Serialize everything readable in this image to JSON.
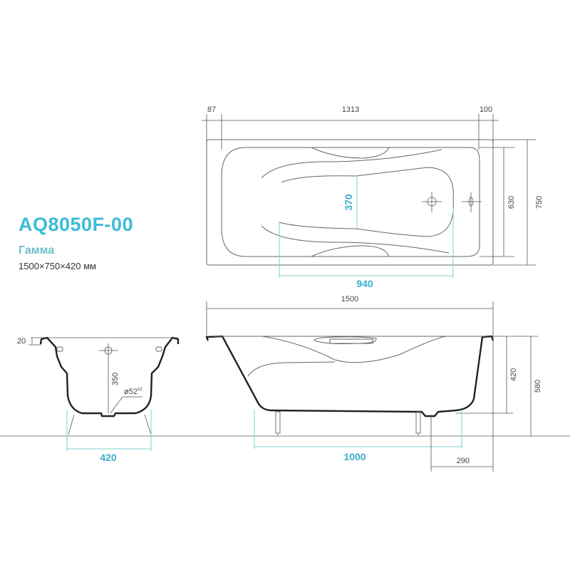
{
  "product": {
    "model": "AQ8050F-00",
    "series": "Гамма",
    "size": "1500×750×420 мм"
  },
  "top_view": {
    "dims": {
      "left_offset": "87",
      "inner_length": "1313",
      "right_offset": "100",
      "inner_width": "630",
      "outer_width": "750",
      "bottom_width": "370",
      "bottom_length": "940"
    }
  },
  "side_view": {
    "dims": {
      "length": "1500",
      "depth": "420",
      "height": "580",
      "leg_spacing": "1000",
      "drain_offset": "290"
    }
  },
  "end_view": {
    "dims": {
      "rim": "20",
      "drain_height": "350",
      "drain_diameter": "ø52",
      "drain_tolerance": "±2",
      "leg_spacing": "420"
    }
  },
  "colors": {
    "accent": "#3dbbd6",
    "teal_lines": "#7fcfcf",
    "outline": "#222222"
  }
}
